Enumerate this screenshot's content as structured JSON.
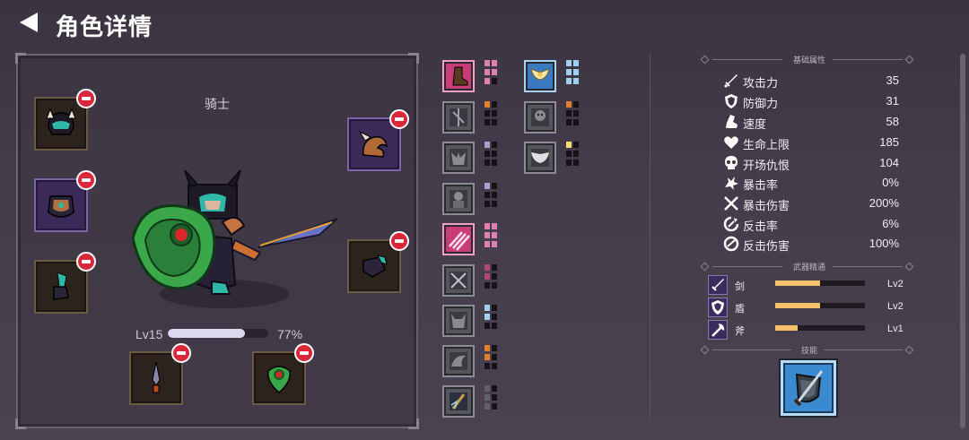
{
  "header": {
    "title": "角色详情"
  },
  "character": {
    "class_name": "骑士",
    "level_label": "Lv15",
    "xp_percent_label": "77%",
    "xp_fraction": 0.77
  },
  "equipment": [
    {
      "slot": "helmet",
      "icon": "horned-helmet-icon"
    },
    {
      "slot": "armor",
      "icon": "chest-armor-icon"
    },
    {
      "slot": "boots",
      "icon": "boots-icon"
    },
    {
      "slot": "accessory",
      "icon": "horn-shoulder-icon"
    },
    {
      "slot": "gloves",
      "icon": "gauntlet-icon"
    },
    {
      "slot": "weapon",
      "icon": "dagger-icon"
    },
    {
      "slot": "offhand",
      "icon": "eye-shield-icon"
    }
  ],
  "stats": {
    "header": "基础属性",
    "items": [
      {
        "name": "攻击力",
        "value": "35",
        "icon": "sword-icon"
      },
      {
        "name": "防御力",
        "value": "31",
        "icon": "shield-icon"
      },
      {
        "name": "速度",
        "value": "58",
        "icon": "boot-icon"
      },
      {
        "name": "生命上限",
        "value": "185",
        "icon": "heart-icon"
      },
      {
        "name": "开场仇恨",
        "value": "104",
        "icon": "skull-icon"
      },
      {
        "name": "暴击率",
        "value": "0%",
        "icon": "crit-burst-icon"
      },
      {
        "name": "暴击伤害",
        "value": "200%",
        "icon": "crossed-swords-icon"
      },
      {
        "name": "反击率",
        "value": "6%",
        "icon": "counter-icon"
      },
      {
        "name": "反击伤害",
        "value": "100%",
        "icon": "counter-damage-icon"
      }
    ]
  },
  "weapon_mastery": {
    "header": "武器精通",
    "items": [
      {
        "name": "剑",
        "level": "Lv2",
        "progress": 0.5,
        "icon": "sword-mastery-icon"
      },
      {
        "name": "盾",
        "level": "Lv2",
        "progress": 0.5,
        "icon": "shield-mastery-icon"
      },
      {
        "name": "斧",
        "level": "Lv1",
        "progress": 0.25,
        "icon": "axe-mastery-icon"
      }
    ]
  },
  "skills": {
    "header": "技能",
    "icon": "shield-sword-skill-icon"
  },
  "colors": {
    "accent_red": "#d8283a",
    "mastery_bar": "#f4c068",
    "rank_pink": "#e080b0",
    "rank_orange": "#e08030",
    "rank_blue": "#a0d0f0",
    "rank_yellow": "#f4e070",
    "rank_lavender": "#a8a0d0"
  }
}
